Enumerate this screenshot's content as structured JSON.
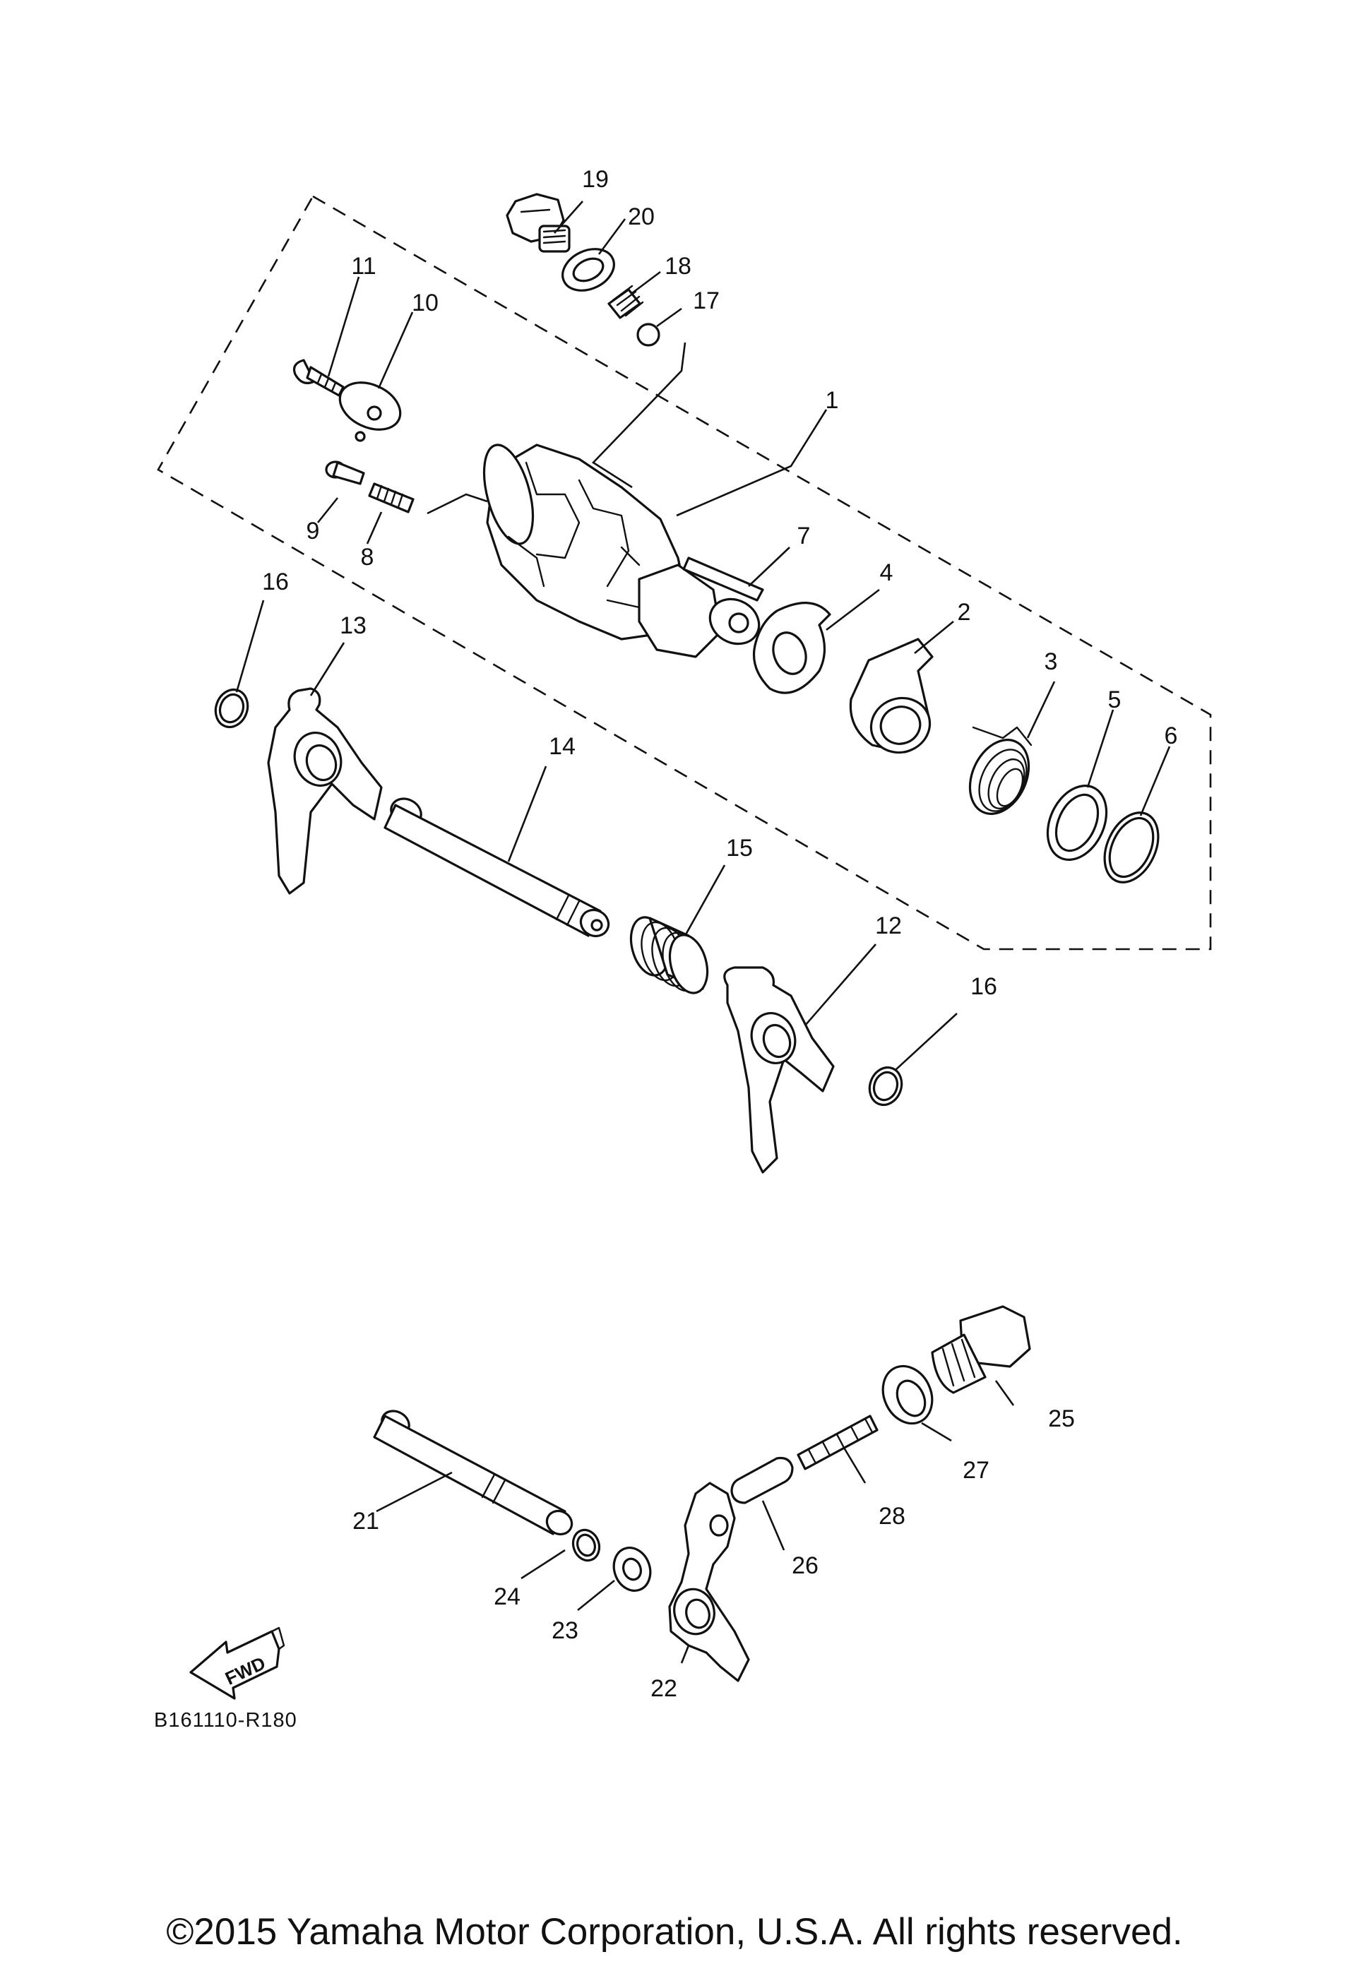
{
  "diagram_code": "B161110-R180",
  "copyright": "©2015 Yamaha Motor Corporation, U.S.A. All rights reserved.",
  "fwd_label": "FWD",
  "callouts": {
    "c1": "1",
    "c2": "2",
    "c3": "3",
    "c4": "4",
    "c5": "5",
    "c6": "6",
    "c7": "7",
    "c8": "8",
    "c9": "9",
    "c10": "10",
    "c11": "11",
    "c12": "12",
    "c13": "13",
    "c14": "14",
    "c15": "15",
    "c16a": "16",
    "c16b": "16",
    "c17": "17",
    "c18": "18",
    "c19": "19",
    "c20": "20",
    "c21": "21",
    "c22": "22",
    "c23": "23",
    "c24": "24",
    "c25": "25",
    "c26": "26",
    "c27": "27",
    "c28": "28"
  }
}
